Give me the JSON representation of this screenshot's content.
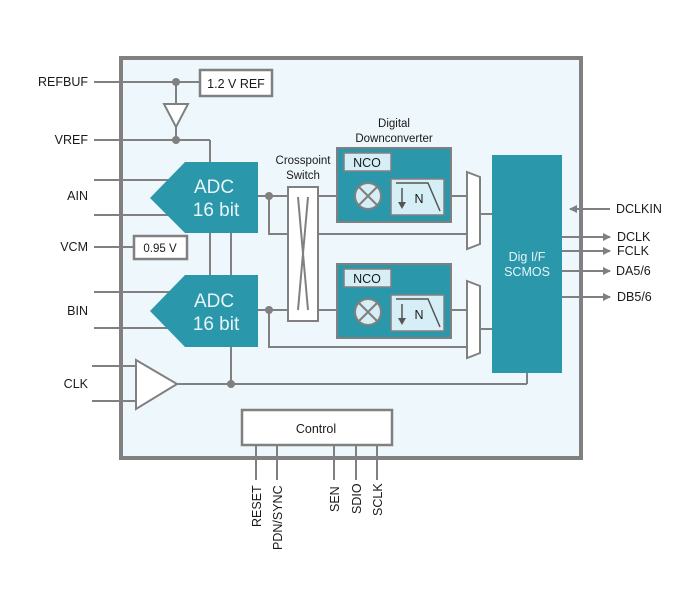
{
  "diagram": {
    "colors": {
      "teal": "#2a97ab",
      "chip_fill": "#eef7fb",
      "wire": "#808080",
      "light_panel": "#d6eef5"
    },
    "pins_left": {
      "refbuf": "REFBUF",
      "vref": "VREF",
      "ain": "AIN",
      "vcm": "VCM",
      "bin": "BIN",
      "clk": "CLK"
    },
    "pins_right": {
      "dclkin": "DCLKIN",
      "dclk": "DCLK",
      "fclk": "FCLK",
      "da": "DA5/6",
      "db": "DB5/6"
    },
    "pins_bottom": {
      "reset": "RESET",
      "pdn_sync": "PDN/SYNC",
      "sen": "SEN",
      "sdio": "SDIO",
      "sclk": "SCLK"
    },
    "blocks": {
      "ref": "1.2 V REF",
      "vcm_ref": "0.95 V",
      "adc_a_line1": "ADC",
      "adc_a_line2": "16 bit",
      "adc_b_line1": "ADC",
      "adc_b_line2": "16 bit",
      "crosspoint_line1": "Crosspoint",
      "crosspoint_line2": "Switch",
      "ddc_line1": "Digital",
      "ddc_line2": "Downconverter",
      "nco_a": "NCO",
      "nco_b": "NCO",
      "decim_a": "N",
      "decim_b": "N",
      "dig_if_line1": "Dig I/F",
      "dig_if_line2": "SCMOS",
      "control": "Control"
    }
  }
}
